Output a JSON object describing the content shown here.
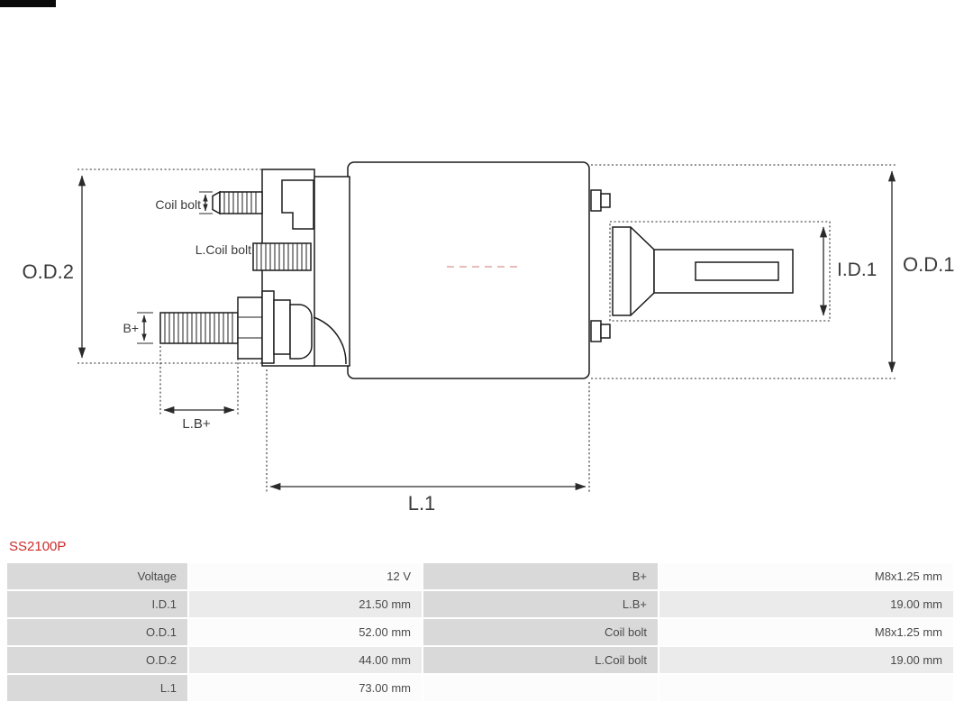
{
  "part_number": "SS2100P",
  "diagram": {
    "labels": {
      "od2": "O.D.2",
      "od1": "O.D.1",
      "id1": "I.D.1",
      "coil_bolt": "Coil bolt",
      "l_coil_bolt": "L.Coil bolt",
      "b_plus": "B+",
      "l_b_plus": "L.B+",
      "l1": "L.1"
    }
  },
  "table": {
    "rows": [
      {
        "label1": "Voltage",
        "value1": "12 V",
        "label2": "B+",
        "value2": "M8x1.25 mm"
      },
      {
        "label1": "I.D.1",
        "value1": "21.50 mm",
        "label2": "L.B+",
        "value2": "19.00 mm"
      },
      {
        "label1": "O.D.1",
        "value1": "52.00 mm",
        "label2": "Coil bolt",
        "value2": "M8x1.25 mm"
      },
      {
        "label1": "O.D.2",
        "value1": "44.00 mm",
        "label2": "L.Coil bolt",
        "value2": "19.00 mm"
      },
      {
        "label1": "L.1",
        "value1": "73.00 mm",
        "label2": "",
        "value2": ""
      }
    ]
  },
  "colors": {
    "part_number_red": "#cc2a2a",
    "label_cell_bg": "#d9d9d9",
    "row_light_bg": "#fcfcfc",
    "row_dark_bg": "#ebebeb",
    "table_text": "#4a4a4a",
    "line_color": "#1c1c1c"
  }
}
